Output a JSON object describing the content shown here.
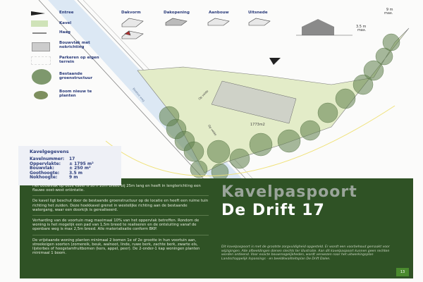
{
  "legend": [
    {
      "label": "Entree",
      "icon": "entrance-triangle-icon"
    },
    {
      "label": "Kavel",
      "icon": "plot-swatch-icon"
    },
    {
      "label": "Haag",
      "icon": "hedge-line-icon"
    },
    {
      "label": "Bouwvlak met nokrichting",
      "icon": "building-plane-icon"
    },
    {
      "label": "Parkeren op eigen terrein",
      "icon": "parking-icon"
    },
    {
      "label": "Bestaande groenstructuur",
      "icon": "existing-trees-icon"
    },
    {
      "label": "Boom nieuw te planten",
      "icon": "new-tree-icon"
    }
  ],
  "roof_types": [
    "Dakvorm",
    "Dakopening",
    "Aanbouw",
    "Uitsnede"
  ],
  "dimensions": {
    "ridge": "9 m\nmax.",
    "eave": "3.5 m\nmax."
  },
  "map_labels": {
    "road": "Beekse weg",
    "area": "1773m2",
    "street1": "Op velde",
    "street2": "Op velde"
  },
  "kavelgegevens": {
    "title": "Kavelgegevens",
    "rows": [
      {
        "label": "Kavelnummer:",
        "value": "17"
      },
      {
        "label": "Oppervlakte:",
        "value": "± 1795 m²"
      },
      {
        "label": "Bouwvlak:",
        "value": "± 250 m²"
      },
      {
        "label": "Goothoogte:",
        "value": "3.5 m"
      },
      {
        "label": "Nokhoogte:",
        "value": "9 m"
      }
    ]
  },
  "paragraphs": [
    "Het bouwvlak op deze kavel is zo'n 10m breed bij 25m lang en heeft in lengterichting een flauwe oost-west oriëntatie.",
    "De kavel ligt beschut door de bestaande groenstructuur op de locatie en heeft een ruime tuin richting het zuiden. Deze hoekkavel grenst in westelijke richting aan de bestaande watergang, waar een doorkijk is gerealiseerd.",
    "Verharding van de voortuin mag maximaal 10% van het oppervlak betreffen. Rondom de woning is het mogelijk een pad van 1,5m breed te realiseren en de ontsluiting vanaf de openbare weg is max 2,5m breed. Alle materialisatie conform BKP.",
    "De vrijstaande woning planten minimaal 2 bomen 1e of 2e grootte in hun voortuin aan, streekeigen soorten (zomereik, beuk, walnoot, linde, ruwe berk, zachte berk, zwarte els, lijsterbes of hoogstamfruitbomen (kers, appel, peer). De 2-onder-1 kap woningen planten minimaal 1 boom."
  ],
  "title": {
    "line1": "Kavelpaspoort",
    "line2": "De Drift 17"
  },
  "disclaimer": "Dit kavelpaspoort is met de grootste zorgvuldigheid opgesteld. Er wordt een voorbehoud gemaakt voor wijzigingen. Alle afbeeldingen dienen slechts ter illustratie. Aan dit kavelpaspoort kunnen geen rechten worden ontleend. Voor exacte bouwmogelijkheden, wordt verwezen naar het uitwerkingsplan Landschappelijk Inpassings - en beeldkwaliteitsplan De Drift Dalen.",
  "page_number": "13",
  "colors": {
    "panel": "#2f5225",
    "plot": "#e3ecc8",
    "road": "#dce8f4",
    "text_blue": "#2a3b7a"
  }
}
